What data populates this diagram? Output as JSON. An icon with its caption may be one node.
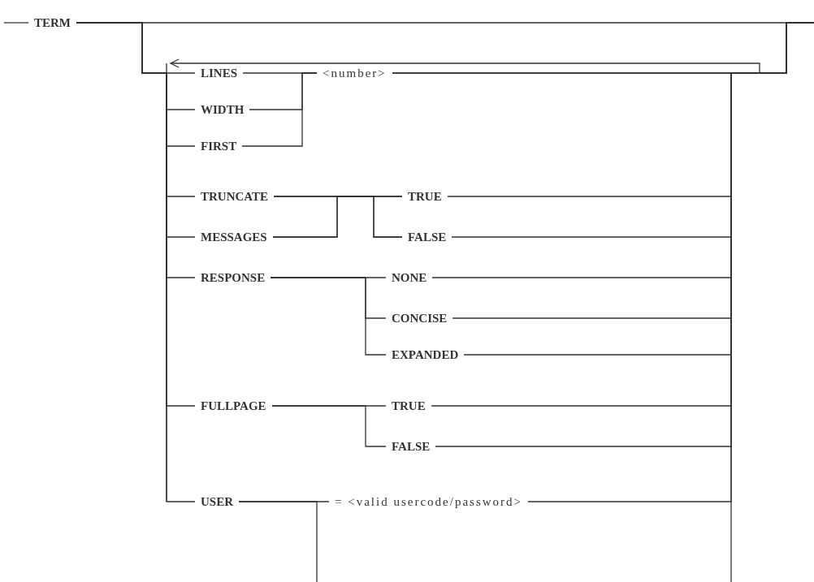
{
  "diagram": {
    "nodes": [
      {
        "text": [
          "TERM"
        ]
      },
      {
        "text": [
          "LINES"
        ]
      },
      {
        "text": [
          "WIDTH"
        ]
      },
      {
        "text": [
          "FIRST"
        ]
      },
      {
        "text": [
          "<number>"
        ]
      },
      {
        "text": [
          "TRUNCATE"
        ]
      },
      {
        "text": [
          "MESSAGES"
        ]
      },
      {
        "text": [
          "TRUE"
        ]
      },
      {
        "text": [
          "FALSE"
        ]
      },
      {
        "text": [
          "RESPONSE"
        ]
      },
      {
        "text": [
          "NONE"
        ]
      },
      {
        "text": [
          "CONCISE"
        ]
      },
      {
        "text": [
          "EXPANDED"
        ]
      },
      {
        "text": [
          "FULLPAGE"
        ]
      },
      {
        "text": [
          "TRUE"
        ]
      },
      {
        "text": [
          "FALSE"
        ]
      },
      {
        "text": [
          "USER"
        ]
      },
      {
        "text": [
          "= <valid usercode/password>"
        ]
      }
    ],
    "edges": [
      {
        "from": null,
        "to": 0,
        "arrow": "none"
      },
      {
        "from": 0,
        "to": null,
        "arrow": "none"
      },
      {
        "from": 0,
        "to": 1,
        "arrow": "none"
      },
      {
        "from": 0,
        "to": 2,
        "arrow": "none"
      },
      {
        "from": 0,
        "to": 3,
        "arrow": "none"
      },
      {
        "from": 0,
        "to": 5,
        "arrow": "none"
      },
      {
        "from": 0,
        "to": 6,
        "arrow": "none"
      },
      {
        "from": 0,
        "to": 9,
        "arrow": "none"
      },
      {
        "from": 0,
        "to": 13,
        "arrow": "none"
      },
      {
        "from": 0,
        "to": 16,
        "arrow": "none"
      },
      {
        "from": 1,
        "to": 4,
        "arrow": "none"
      },
      {
        "from": 2,
        "to": 4,
        "arrow": "none"
      },
      {
        "from": 3,
        "to": 4,
        "arrow": "none"
      },
      {
        "from": 5,
        "to": 7,
        "arrow": "none"
      },
      {
        "from": 5,
        "to": 8,
        "arrow": "none"
      },
      {
        "from": 6,
        "to": 7,
        "arrow": "none"
      },
      {
        "from": 6,
        "to": 8,
        "arrow": "none"
      },
      {
        "from": 9,
        "to": 10,
        "arrow": "none"
      },
      {
        "from": 9,
        "to": 11,
        "arrow": "none"
      },
      {
        "from": 9,
        "to": 12,
        "arrow": "none"
      },
      {
        "from": 13,
        "to": 14,
        "arrow": "none"
      },
      {
        "from": 13,
        "to": 15,
        "arrow": "none"
      },
      {
        "from": 16,
        "to": 17,
        "arrow": "none"
      },
      {
        "from": 16,
        "to": null,
        "arrow": "none"
      },
      {
        "from": 4,
        "to": null,
        "arrow": "none"
      },
      {
        "from": 7,
        "to": null,
        "arrow": "none"
      },
      {
        "from": 8,
        "to": null,
        "arrow": "none"
      },
      {
        "from": 10,
        "to": null,
        "arrow": "none"
      },
      {
        "from": 11,
        "to": null,
        "arrow": "none"
      },
      {
        "from": 12,
        "to": null,
        "arrow": "none"
      },
      {
        "from": 14,
        "to": null,
        "arrow": "none"
      },
      {
        "from": 15,
        "to": null,
        "arrow": "none"
      },
      {
        "from": 17,
        "to": null,
        "arrow": "none"
      },
      {
        "from": 4,
        "to": null,
        "arrow": "to"
      }
    ]
  }
}
